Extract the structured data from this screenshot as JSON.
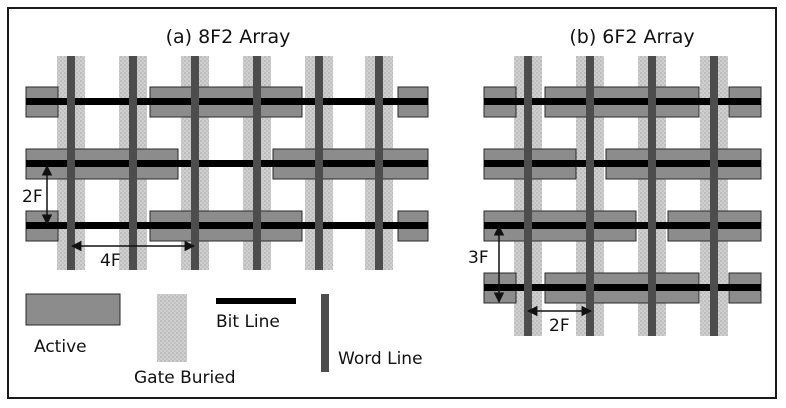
{
  "panel_a": {
    "title": "(a) 8F2 Array",
    "dim_vertical": "2F",
    "dim_horizontal": "4F"
  },
  "panel_b": {
    "title": "(b) 6F2 Array",
    "dim_vertical": "3F",
    "dim_horizontal": "2F"
  },
  "legend": {
    "active_label": "Active",
    "gate_buried_label": "Gate Buried",
    "bit_line_label": "Bit Line",
    "word_line_label": "Word Line"
  },
  "colors": {
    "active_fill": "#8c8c8c",
    "gate_buried_fill": "#c9c9c9",
    "bit_line": "#000000",
    "word_line": "#4d4d4d",
    "frame": "#1a1a1a"
  }
}
